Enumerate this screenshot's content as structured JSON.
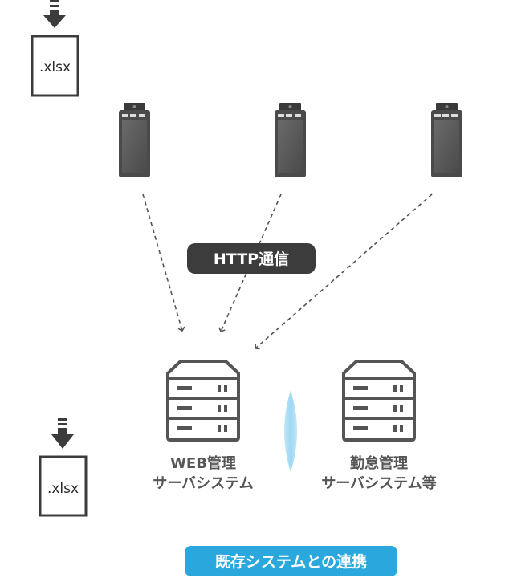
{
  "file_top": {
    "label": ".xlsx"
  },
  "file_bottom": {
    "label": ".xlsx"
  },
  "http_badge": {
    "label": "HTTP通信"
  },
  "web_server": {
    "line1": "WEB管理",
    "line2": "サーバシステム"
  },
  "attendance_server": {
    "line1": "勤怠管理",
    "line2": "サーバシステム等"
  },
  "footer_badge": {
    "label": "既存システムとの連携"
  },
  "colors": {
    "dark": "#3c3c3c",
    "server_gray": "#555555",
    "label_gray": "#555555",
    "footer_blue": "#2aa7dd",
    "link_blue": "#a8dcf3"
  }
}
